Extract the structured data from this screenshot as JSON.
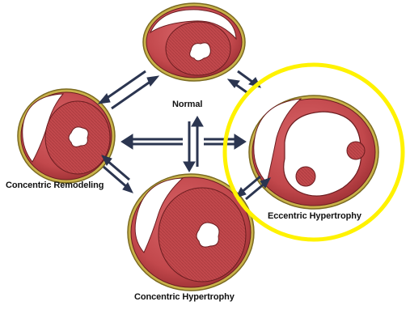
{
  "labels": {
    "normal": "Normal",
    "concentric_remodeling": "Concentric Remodeling",
    "eccentric_hypertrophy": "Eccentric Hypertrophy",
    "concentric_hypertrophy": "Concentric Hypertrophy"
  },
  "colors": {
    "muscle": "#c2484c",
    "muscle_dark": "#8a2428",
    "fat": "#c9b24a",
    "arrow": "#2b3550",
    "highlight": "#fff200"
  },
  "highlight": {
    "target": "eccentric_hypertrophy",
    "shape": "circle"
  }
}
